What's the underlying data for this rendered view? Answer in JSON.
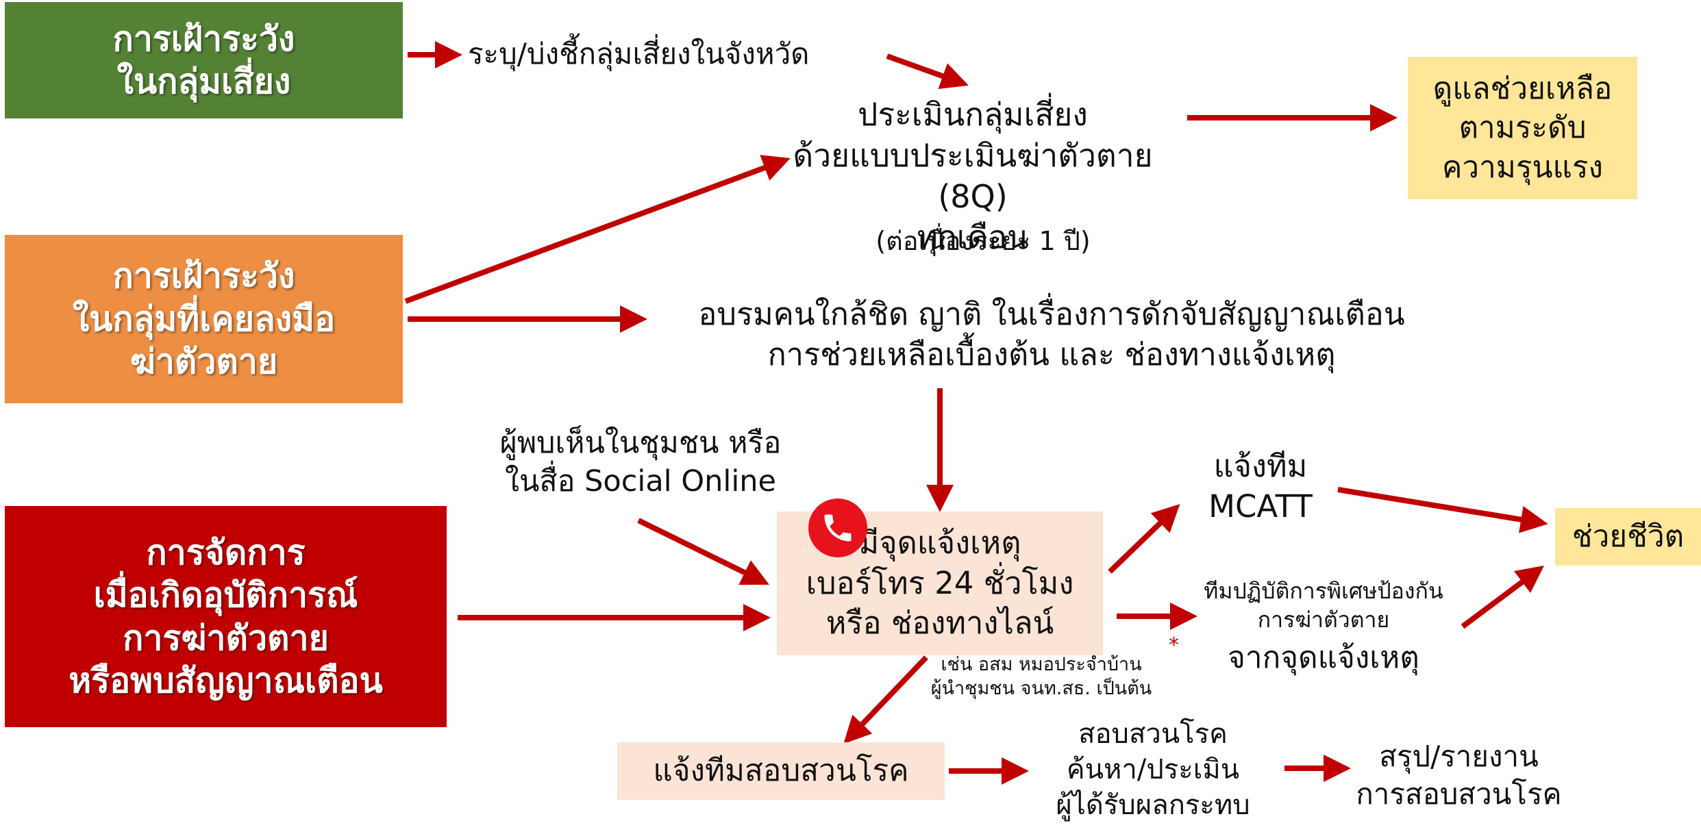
{
  "left_boxes": {
    "surveillance_risk": "การเฝ้าระวัง\nในกลุ่มเสี่ยง",
    "surveillance_attempt": "การเฝ้าระวัง\nในกลุ่มที่เคยลงมือ\nฆ่าตัวตาย",
    "incident_management": "การจัดการ\nเมื่อเกิดอุบัติการณ์\nการฆ่าตัวตาย\nหรือพบสัญญาณเตือน"
  },
  "flow": {
    "identify_risk": "ระบุ/บ่งชี้กลุ่มเสี่ยงในจังหวัด",
    "assess_main": "ประเมินกลุ่มเสี่ยง\nด้วยแบบประเมินฆ่าตัวตาย (8Q)\nทุกเดือน",
    "assess_note": "(ต่อเนื่องระยะ 1 ปี)",
    "care_by_severity": "ดูแลช่วยเหลือ\nตามระดับ\nความรุนแรง",
    "train_close": "อบรมคนใกล้ชิด ญาติ ในเรื่องการดักจับสัญญาณเตือน\nการช่วยเหลือเบื้องต้น และ ช่องทางแจ้งเหตุ",
    "community_witness": "ผู้พบเห็นในชุมชน หรือ\nในสื่อ Social Online",
    "report_point": "มีจุดแจ้งเหตุ\nเบอร์โทร 24 ชั่วโมง\nหรือ ช่องทางไลน์",
    "report_examples": "เช่น อสม หมอประจำบ้าน\nผู้นำชุมชน จนท.สธ. เป็นต้น",
    "notify_mcatt": "แจ้งทีม\nMCATT",
    "special_team": "ทีมปฏิบัติการพิเศษป้องกัน\nการฆ่าตัวตาย",
    "asterisk": "*",
    "from_report_point": "จากจุดแจ้งเหตุ",
    "save_life": "ช่วยชีวิต",
    "notify_investigation": "แจ้งทีมสอบสวนโรค",
    "investigation": "สอบสวนโรค\nค้นหา/ประเมิน\nผู้ได้รับผลกระทบ",
    "summary_report": "สรุป/รายงาน\nการสอบสวนโรค"
  },
  "colors": {
    "green": "#548235",
    "orange": "#ED8E43",
    "red": "#C00000",
    "arrow": "#C00000",
    "yellow": "#FFE699",
    "peach": "#FBE4D5"
  },
  "icons": {
    "phone": "phone-icon"
  }
}
